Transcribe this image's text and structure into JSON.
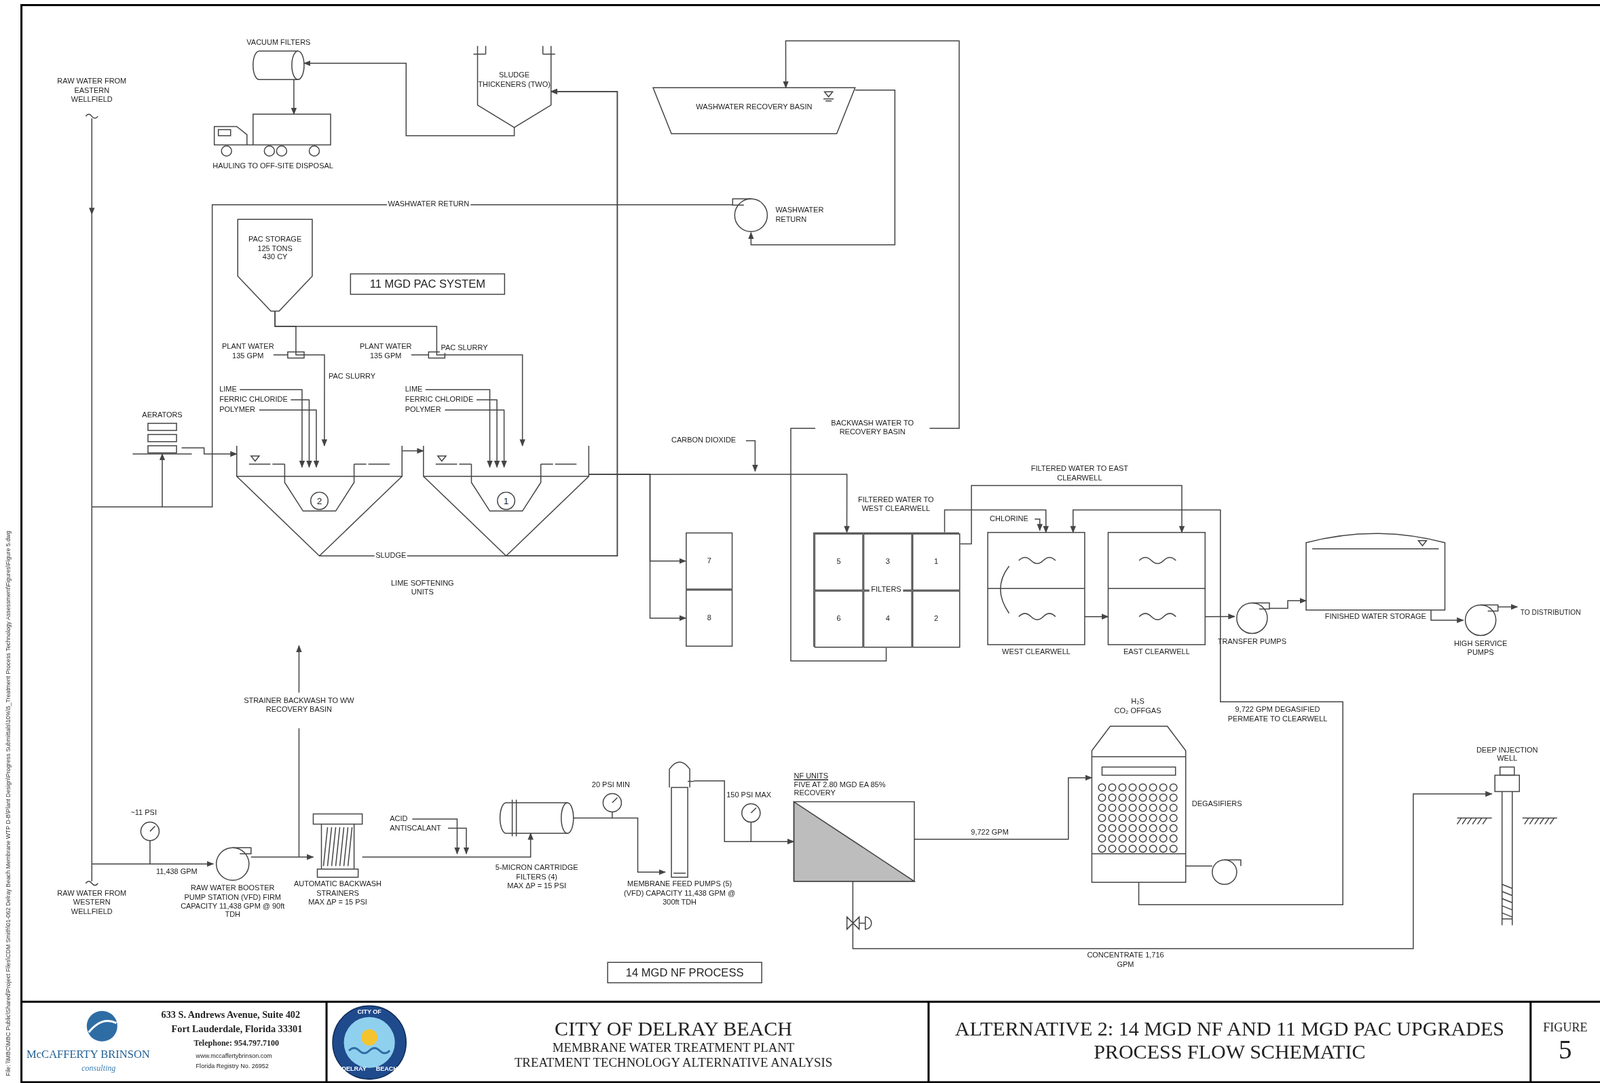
{
  "diagram": {
    "title": "ALTERNATIVE 2: 14 MGD NF AND 11 MGD PAC UPGRADES PROCESS FLOW SCHEMATIC",
    "nodes": [
      {
        "text": [
          "VACUUM FILTERS"
        ]
      },
      {
        "text": [
          "SLUDGE THICKENERS (TWO)"
        ]
      },
      {
        "text": [
          "WASHWATER RECOVERY BASIN"
        ]
      },
      {
        "text": [
          "HAULING TO OFF-SITE DISPOSAL"
        ]
      },
      {
        "text": [
          "PAC STORAGE",
          "125 TONS",
          "430 CY"
        ]
      },
      {
        "text": [
          "11 MGD PAC SYSTEM"
        ]
      },
      {
        "text": [
          "AERATORS"
        ]
      },
      {
        "text": [
          "2"
        ]
      },
      {
        "text": [
          "1"
        ]
      },
      {
        "text": [
          "WASHWATER RETURN"
        ]
      },
      {
        "text": [
          "7"
        ]
      },
      {
        "text": [
          "8"
        ]
      },
      {
        "text": [
          "FILTERS"
        ]
      },
      {
        "text": [
          "5"
        ],
        "in": 12
      },
      {
        "text": [
          "3"
        ],
        "in": 12
      },
      {
        "text": [
          "1"
        ],
        "in": 12
      },
      {
        "text": [
          "6"
        ],
        "in": 12
      },
      {
        "text": [
          "4"
        ],
        "in": 12
      },
      {
        "text": [
          "2"
        ],
        "in": 12
      },
      {
        "text": [
          "WEST CLEARWELL"
        ]
      },
      {
        "text": [
          "EAST CLEARWELL"
        ]
      },
      {
        "text": [
          "TRANSFER PUMPS"
        ]
      },
      {
        "text": [
          "FINISHED WATER STORAGE"
        ]
      },
      {
        "text": [
          "HIGH SERVICE PUMPS"
        ]
      },
      {
        "text": [
          "RAW WATER BOOSTER PUMP STATION (VFD) FIRM CAPACITY 11,438 GPM @ 90ft TDH"
        ]
      },
      {
        "text": [
          "AUTOMATIC BACKWASH STRAINERS",
          "MAX ΔP = 15 PSI"
        ]
      },
      {
        "text": [
          "5-MICRON CARTRIDGE FILTERS (4)",
          "MAX ΔP = 15 PSI"
        ]
      },
      {
        "text": [
          "MEMBRANE FEED PUMPS (5) (VFD) CAPACITY 11,438 GPM @ 300ft TDH"
        ]
      },
      {
        "text": [
          "NF UNITS",
          "FIVE AT 2.80 MGD EA 85% RECOVERY"
        ]
      },
      {
        "text": [
          "DEGASIFIERS"
        ]
      },
      {
        "text": [
          "DEEP INJECTION WELL"
        ]
      },
      {
        "text": [
          "14 MGD NF PROCESS"
        ]
      },
      {
        "text": [
          "CITY OF DELRAY BEACH",
          "MEMBRANE WATER TREATMENT PLANT",
          "TREATMENT TECHNOLOGY ALTERNATIVE ANALYSIS"
        ]
      },
      {
        "text": [
          "FIGURE",
          "5"
        ]
      }
    ],
    "edges": [
      {
        "from": 6,
        "to": 7,
        "arrow": "to"
      },
      {
        "from": 7,
        "to": 8,
        "arrow": "to"
      },
      {
        "from": 8,
        "to": 10,
        "arrow": "to"
      },
      {
        "from": 8,
        "to": 11,
        "arrow": "to"
      },
      {
        "from": 8,
        "to": 12,
        "arrow": "to"
      },
      {
        "from": 12,
        "to": 19,
        "label": "FILTERED WATER TO WEST CLEARWELL",
        "arrow": "to"
      },
      {
        "from": 12,
        "to": 20,
        "label": "FILTERED WATER TO EAST CLEARWELL",
        "arrow": "to"
      },
      {
        "from": 19,
        "to": 20,
        "arrow": "to"
      },
      {
        "from": 20,
        "to": 21,
        "arrow": "to"
      },
      {
        "from": 21,
        "to": 22,
        "arrow": "to"
      },
      {
        "from": 22,
        "to": 23,
        "arrow": "to"
      },
      {
        "from": 12,
        "to": 2,
        "label": "BACKWASH WATER TO RECOVERY BASIN",
        "arrow": "to"
      },
      {
        "from": 2,
        "to": 9,
        "arrow": "to"
      },
      {
        "from": 9,
        "to": 6,
        "label": "WASHWATER RETURN",
        "arrow": "to"
      },
      {
        "from": 7,
        "to": 1,
        "label": "SLUDGE",
        "arrow": "to"
      },
      {
        "from": 8,
        "to": 1,
        "arrow": "to"
      },
      {
        "from": 1,
        "to": 0,
        "arrow": "to"
      },
      {
        "from": 0,
        "to": 3,
        "arrow": "to"
      },
      {
        "from": 4,
        "to": 7,
        "label": "PAC SLURRY",
        "arrow": "to"
      },
      {
        "from": 4,
        "to": 8,
        "label": "PAC SLURRY",
        "arrow": "to"
      },
      {
        "from": 24,
        "to": 25,
        "arrow": "to"
      },
      {
        "from": 25,
        "to": 26,
        "arrow": "to"
      },
      {
        "from": 26,
        "to": 27,
        "arrow": "to"
      },
      {
        "from": 27,
        "to": 28,
        "arrow": "to"
      },
      {
        "from": 28,
        "to": 29,
        "label": "9,722 GPM",
        "arrow": "to"
      },
      {
        "from": 29,
        "to": 19,
        "label": "9,722 GPM DEGASIFIED PERMEATE TO CLEARWELL",
        "arrow": "to"
      },
      {
        "from": 28,
        "to": 30,
        "label": "CONCENTRATE 1,716 GPM",
        "arrow": "to"
      }
    ],
    "labels": [
      "RAW WATER FROM EASTERN WELLFIELD",
      "RAW WATER FROM WESTERN WELLFIELD",
      "PLANT WATER 135 GPM",
      "PLANT WATER 135 GPM",
      "LIME",
      "FERRIC CHLORIDE",
      "POLYMER",
      "LIME",
      "FERRIC CHLORIDE",
      "POLYMER",
      "LIME SOFTENING UNITS",
      "CARBON DIOXIDE",
      "CHLORINE",
      "TO DISTRIBUTION",
      "STRAINER BACKWASH TO WW RECOVERY BASIN",
      "~11 PSI",
      "11,438 GPM",
      "ACID",
      "ANTISCALANT",
      "20 PSI MIN",
      "150 PSI MAX",
      "H₂S",
      "CO₂ OFFGAS",
      "633 S. Andrews Avenue, Suite 402",
      "Fort Lauderdale, Florida 33301",
      "Telephone: 954.797.7100",
      "www.mccaffertybrinson.com",
      "Florida Registry No. 26952",
      "McCAFFERTY BRINSON",
      "consulting",
      "CITY OF",
      "DELRAY",
      "BEACH",
      "File: \\\\MBC\\MBC Public\\Shared\\Project Files\\CDM Smith\\01-062 Delray Beach Membrane WTP D-B\\Plant Design\\Progress Submittals\\10%\\5_Treatment Process Technology Assessment\\Figures\\Figure 5.dwg"
    ]
  }
}
